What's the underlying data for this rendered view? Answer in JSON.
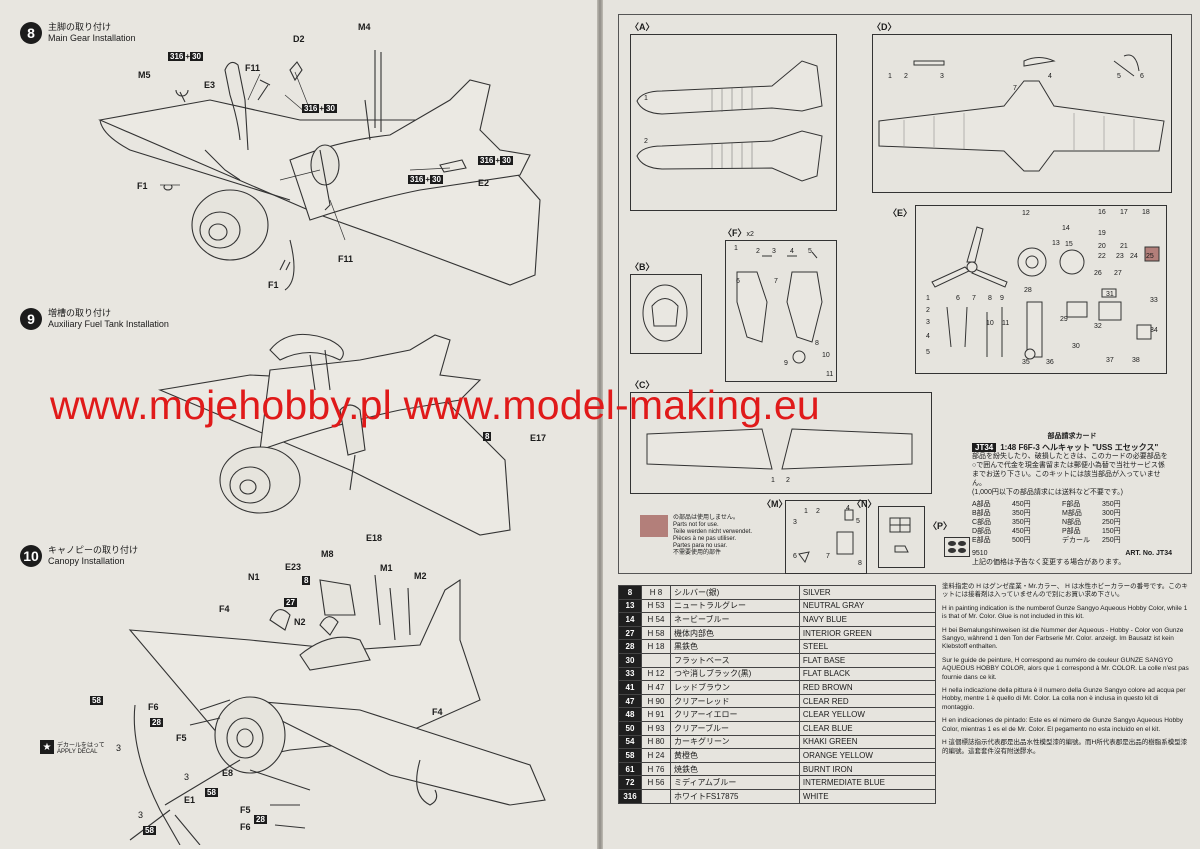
{
  "steps": [
    {
      "num": "8",
      "jp": "主脚の取り付け",
      "en": "Main Gear Installation"
    },
    {
      "num": "9",
      "jp": "増槽の取り付け",
      "en": "Auxiliary Fuel Tank Installation"
    },
    {
      "num": "10",
      "jp": "キャノピーの取り付け",
      "en": "Canopy Installation"
    }
  ],
  "step8_labels": {
    "m5": "M5",
    "e3": "E3",
    "f11a": "F11",
    "d2": "D2",
    "m4": "M4",
    "f1a": "F1",
    "f1b": "F1",
    "f11b": "F11",
    "e2": "E2",
    "c1": "316",
    "c1b": "30",
    "c2": "316",
    "c2b": "30",
    "c3": "316",
    "c3b": "30",
    "c4": "316",
    "c4b": "30",
    "c5": "316",
    "c5b": "30"
  },
  "step9_labels": {
    "e17": "E17",
    "c8": "8"
  },
  "step10_labels": {
    "n1": "N1",
    "e23": "E23",
    "m8": "M8",
    "e18": "E18",
    "m1": "M1",
    "m2": "M2",
    "f4a": "F4",
    "n2": "N2",
    "f4b": "F4",
    "f6a": "F6",
    "f5a": "F5",
    "e8": "E8",
    "e1": "E1",
    "f5b": "F5",
    "f6b": "F6",
    "c27": "27",
    "c8": "8",
    "c28a": "28",
    "c28b": "28",
    "c58a": "58",
    "c58b": "58",
    "c58c": "58",
    "c3a": "3",
    "c3b": "3",
    "c3c": "3",
    "decal_jp": "デカールをはって",
    "decal_en": "APPLY DECAL"
  },
  "runners": {
    "a": "A",
    "b": "B",
    "c": "C",
    "d": "D",
    "e": "E",
    "f": "F",
    "f_mult": "x2",
    "m": "M",
    "n": "N",
    "p": "P"
  },
  "runner_numbers": {
    "a": [
      "1",
      "2"
    ],
    "c": [
      "1",
      "2"
    ],
    "d": [
      "1",
      "2",
      "3",
      "4",
      "5",
      "6",
      "7"
    ],
    "e": [
      "12",
      "16",
      "17",
      "18",
      "14",
      "13",
      "19",
      "20",
      "21",
      "22",
      "15",
      "23",
      "24",
      "25",
      "26",
      "27",
      "28",
      "29",
      "30",
      "31",
      "32",
      "33",
      "34",
      "35",
      "36",
      "37",
      "38",
      "1",
      "2",
      "3",
      "4",
      "5",
      "6",
      "7",
      "8",
      "9",
      "10",
      "11"
    ],
    "f": [
      "1",
      "2",
      "3",
      "4",
      "5",
      "6",
      "7",
      "8",
      "9",
      "10",
      "11"
    ],
    "m": [
      "1",
      "2",
      "3",
      "4",
      "5",
      "6",
      "7",
      "8"
    ]
  },
  "not_used": [
    "の部品は使用しません。",
    "Parts not for use.",
    "Teile werden nicht verwendet.",
    "Pièces à ne pas utiliser.",
    "Partes para no usar.",
    "不需要使用的部件"
  ],
  "watermark": "www.mojehobby.pl www.model-making.eu",
  "order_card": {
    "hdr_jp": "部品請求カード",
    "code": "JT34",
    "title": "1:48 F6F-3 ヘルキャット \"USS エセックス\"",
    "text": [
      "部品を紛失したり、破損したときは、このカードの必要部品を",
      "○で囲んで代金を現金書留または郵便小為替で当社サービス係",
      "までお送り下さい。このキットには該当部品が入っていません。",
      "(1,000円以下の部品請求には送料など不要です。)"
    ],
    "items": [
      [
        "A部品",
        "450円",
        "F部品",
        "350円"
      ],
      [
        "B部品",
        "350円",
        "M部品",
        "300円"
      ],
      [
        "C部品",
        "350円",
        "N部品",
        "250円"
      ],
      [
        "D部品",
        "450円",
        "P部品",
        "150円"
      ],
      [
        "E部品",
        "500円",
        "デカール",
        "250円"
      ]
    ],
    "code_no": "9510",
    "art": "ART. No. JT34",
    "footnote": "上記の価格は予告なく変更する場合があります。"
  },
  "paints": [
    [
      "8",
      "H 8",
      "シルバー(銀)",
      "SILVER"
    ],
    [
      "13",
      "H 53",
      "ニュートラルグレー",
      "NEUTRAL GRAY"
    ],
    [
      "14",
      "H 54",
      "ネービーブルー",
      "NAVY BLUE"
    ],
    [
      "27",
      "H 58",
      "機体内部色",
      "INTERIOR GREEN"
    ],
    [
      "28",
      "H 18",
      "黒鉄色",
      "STEEL"
    ],
    [
      "30",
      "",
      "フラットベース",
      "FLAT BASE"
    ],
    [
      "33",
      "H 12",
      "つや消しブラック(黒)",
      "FLAT BLACK"
    ],
    [
      "41",
      "H 47",
      "レッドブラウン",
      "RED BROWN"
    ],
    [
      "47",
      "H 90",
      "クリアーレッド",
      "CLEAR RED"
    ],
    [
      "48",
      "H 91",
      "クリアーイエロー",
      "CLEAR YELLOW"
    ],
    [
      "50",
      "H 93",
      "クリアーブルー",
      "CLEAR BLUE"
    ],
    [
      "54",
      "H 80",
      "カーキグリーン",
      "KHAKI GREEN"
    ],
    [
      "58",
      "H 24",
      "黄橙色",
      "ORANGE YELLOW"
    ],
    [
      "61",
      "H 76",
      "焼鉄色",
      "BURNT IRON"
    ],
    [
      "72",
      "H 56",
      "ミディアムブルー",
      "INTERMEDIATE BLUE"
    ],
    [
      "316",
      "",
      "ホワイトFS17875",
      "WHITE"
    ]
  ],
  "notes": [
    "塗料指定の H はグンゼ産業・Mr.カラー、 H は水性ホビーカラーの番号です。このキットには接着剤は入っていませんので別にお買い求め下さい。",
    "H in painting indication is the numberof Gunze Sangyo Aqueous Hobby Color, while 1 is that of Mr. Color. Glue is not included in this kit.",
    "H bei Bemalungshinweisen ist die Nummer der Aqueous - Hobby - Color von Gunze Sangyo, während 1 den Ton der Farbserie Mr. Color. anzeigt. Im Bausatz ist kein Klebstoff enthalten.",
    "Sur le guide de peinture, H correspond au numéro de couleur GUNZE SANGYO AQUEOUS HOBBY COLOR, alors que 1 correspond à Mr. COLOR. La colle n'est pas fournie dans ce kit.",
    "H nella indicazione della pittura è il numero della Gunze Sangyo colore ad acqua per Hobby, mentre 1 è quello di Mr. Color. La colla non è inclusa in questo kit di montaggio.",
    "H en indicaciones de pintado: Este es el número de Gunze Sangyo Aqueous Hobby Color, mientras 1 es el de Mr. Color. El pegamento no esta incluido en el kit.",
    "H 這個標誌指示代表郡是出品水性模型漆的編號。而H所代表郡是出品的樹脂系模型漆的編號。這套套件沒有附送膠水。"
  ]
}
